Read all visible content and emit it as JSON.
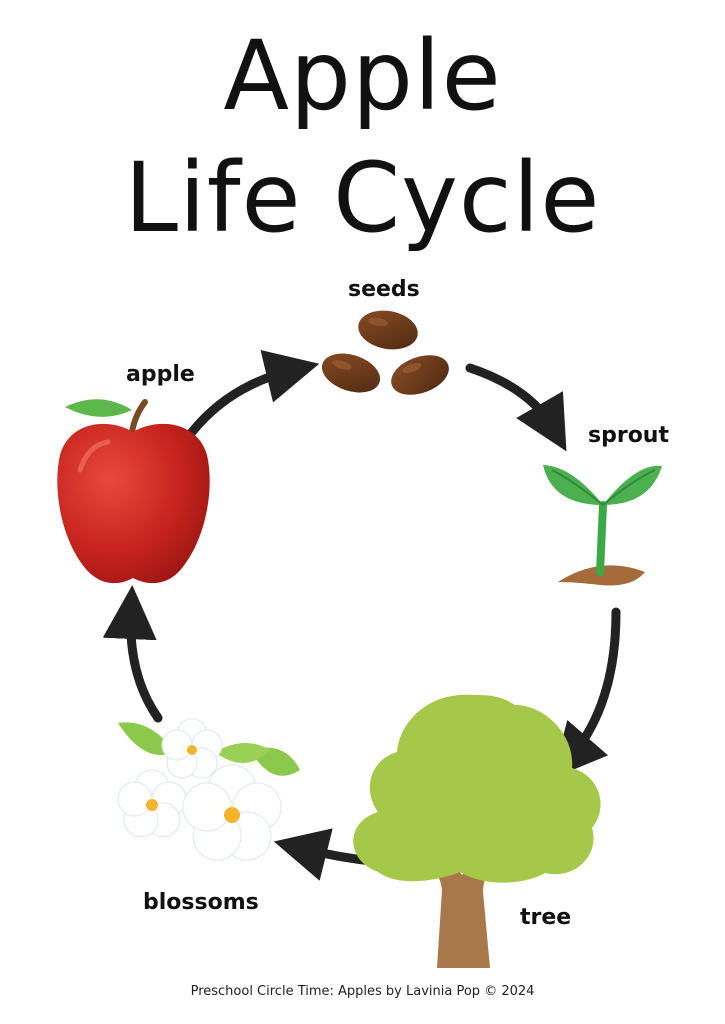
{
  "title": {
    "line1": "Apple",
    "line2": "Life Cycle"
  },
  "stages": {
    "seeds": "seeds",
    "sprout": "sprout",
    "tree": "tree",
    "blossoms": "blossoms",
    "apple": "apple"
  },
  "footer": "Preschool Circle Time: Apples by Lavinia Pop © 2024",
  "icons": [
    "seeds-icon",
    "sprout-icon",
    "tree-icon",
    "blossoms-icon",
    "apple-icon",
    "cycle-arrow-icon"
  ],
  "colors": {
    "arrow": "#222222",
    "apple_red": "#c8231f",
    "leaf_green": "#4caf50",
    "tree_green": "#a6c84a",
    "trunk_brown": "#a8774a",
    "seed_brown": "#6b3a1c"
  }
}
